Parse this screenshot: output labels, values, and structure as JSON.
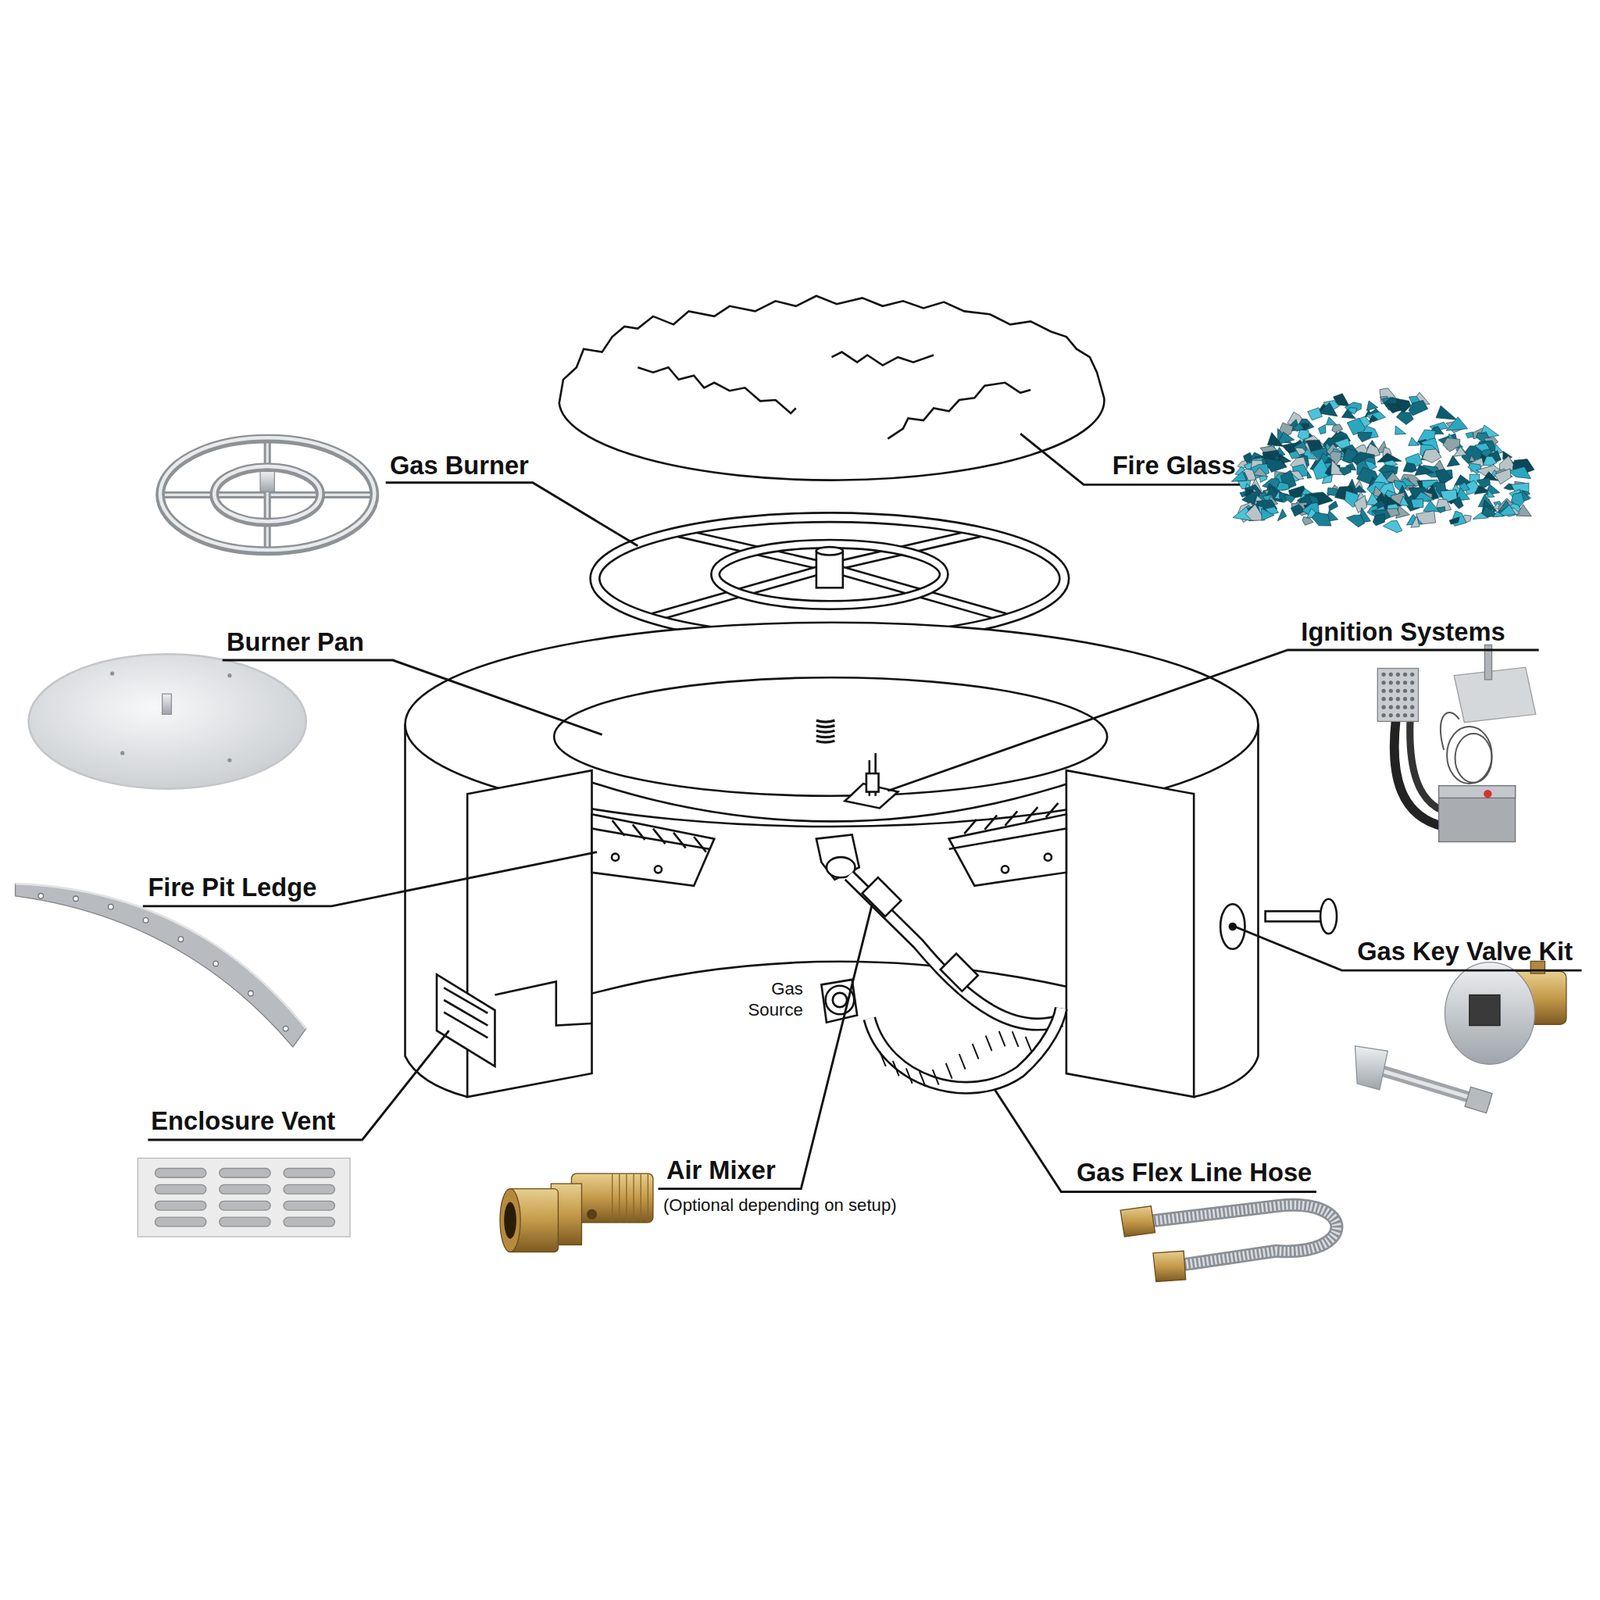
{
  "diagram": {
    "labels": [
      "Gas Burner",
      "Fire Glass",
      "Burner Pan",
      "Ignition Systems",
      "Fire Pit Ledge",
      "Gas Key Valve Kit",
      "Gas Source",
      "Enclosure Vent",
      "Air Mixer",
      "(Optional depending on setup)",
      "Gas Flex Line Hose"
    ]
  }
}
